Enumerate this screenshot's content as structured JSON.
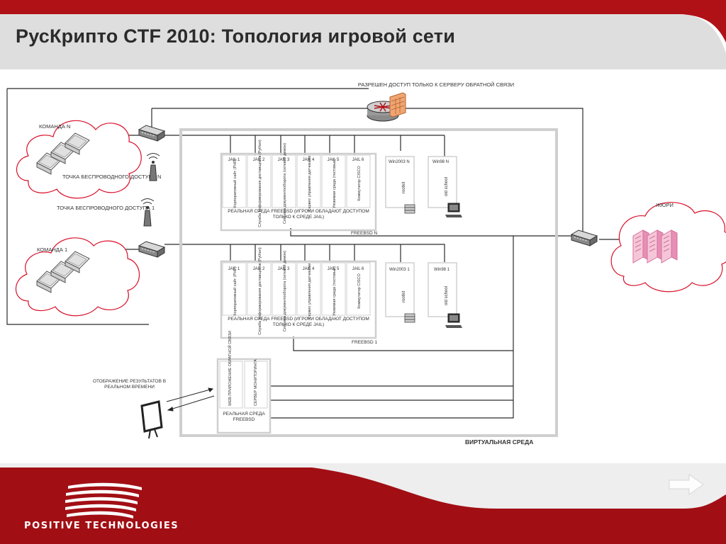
{
  "slide": {
    "title": "РусКрипто CTF 2010: Топология игровой сети",
    "brand": "POSITIVE TECHNOLOGIES",
    "next_icon": "next-slide-arrow-icon",
    "colors": {
      "accent": "#b01117",
      "header_gray": "#dcdcdc",
      "pink": "#e8a3c0"
    }
  },
  "diagram": {
    "router_note": "РАЗРЕШЕН ДОСТУП ТОЛЬКО К СЕРВЕРУ ОБРАТНОЙ СВЯЗИ",
    "team_n": "КОМАНДА N",
    "team_1": "КОМАНДА 1",
    "ap_n": "ТОЧКА БЕСПРОВОДНОГО ДОСТУПА N",
    "ap_1": "ТОЧКА БЕСПРОВОДНОГО ДОСТУПА 1",
    "jury": "ЖЮРИ",
    "virtual_env": "ВИРТУАЛЬНАЯ СРЕДА",
    "results_display": "ОТОБРАЖЕНИЕ РЕЗУЛЬТАТОВ В РЕАЛЬНОМ ВРЕМЕНИ",
    "jails": [
      {
        "title": "JAIL 1",
        "service": "Корпоративный сайт (PHP)"
      },
      {
        "title": "JAIL 2",
        "service": "Служба информирования доставщиков (Python)"
      },
      {
        "title": "JAIL 3",
        "service": "Система документооборота (сетевой демон)"
      },
      {
        "title": "JAIL 4",
        "service": "Сервис управления датчиками"
      },
      {
        "title": "JAIL 5",
        "service": "Уязвимая среда (тестовые)"
      },
      {
        "title": "JAIL 6",
        "service": "Коммутатор CISCO"
      }
    ],
    "segment_n": {
      "win2003_title": "Win2003 N",
      "win98_title": "Win98 N",
      "win2003_label": "rootkit",
      "win98_label": "old school",
      "freebsd_env": "РЕАЛЬНАЯ СРЕДА FREEBSD (ИГРОКИ ОБЛАДАЮТ ДОСТУПОМ ТОЛЬКО К СРЕДЕ JAIL)",
      "freebsd_label": "FREEBSD N"
    },
    "segment_1": {
      "win2003_title": "Win2003 1",
      "win98_title": "Win98 1",
      "win2003_label": "rootkit",
      "win98_label": "old school",
      "freebsd_env": "РЕАЛЬНАЯ СРЕДА FREEBSD (ИГРОКИ ОБЛАДАЮТ ДОСТУПОМ ТОЛЬКО К СРЕДЕ JAIL)",
      "freebsd_label": "FREEBSD 1"
    },
    "monitor": {
      "web_app": "WEB-ПРИЛОЖЕНИЕ ОБРАТНОЙ СВЯЗИ",
      "server": "СЕРВЕР МОНИТОРИНГА",
      "env": "РЕАЛЬНАЯ СРЕДА FREEBSD"
    },
    "icons": {
      "router": "router-icon",
      "firewall": "firewall-icon",
      "switch": "network-switch-icon",
      "wireless": "wireless-access-point-icon",
      "laptop": "laptop-icon",
      "server": "server-icon",
      "projector": "projector-screen-icon"
    }
  }
}
